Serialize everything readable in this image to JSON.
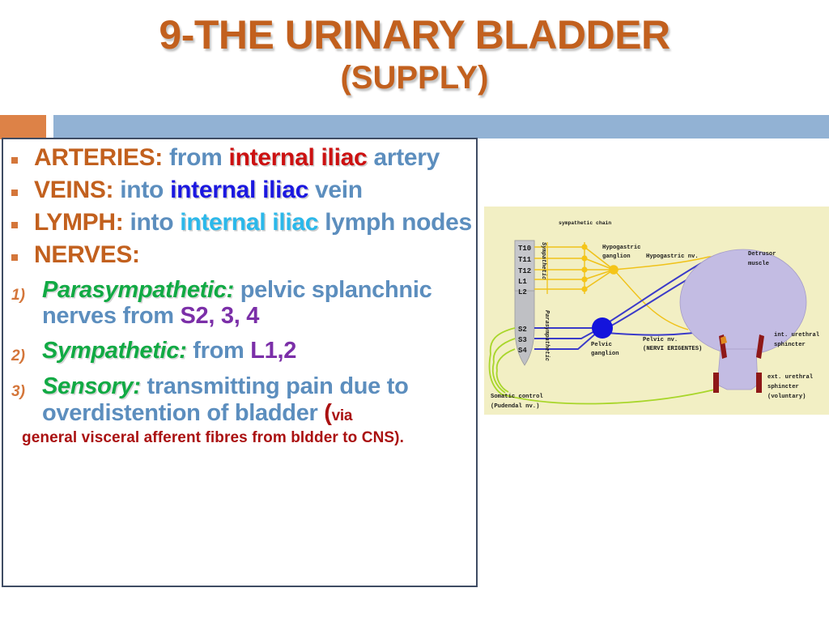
{
  "title": {
    "line1": "9-THE URINARY BLADDER",
    "line2": "(SUPPLY)"
  },
  "theme": {
    "accent_orange": "#C2601E",
    "banner_blue": "#92B2D4",
    "banner_accent": "#DD8247",
    "body_blue": "#5C8EBE",
    "box_border": "#3F4C63",
    "green": "#11AA44",
    "purple": "#7B2FA8",
    "dark_red": "#AA1111",
    "diagram_bg": "#F2EFC4"
  },
  "bullets": [
    {
      "label": "ARTERIES:",
      "mid": " from ",
      "keyword": "internal iliac",
      "keyword_color": "red",
      "tail": " artery"
    },
    {
      "label": "VEINS:",
      "mid": " into ",
      "keyword": "internal iliac",
      "keyword_color": "blue",
      "tail": " vein"
    },
    {
      "label": "LYMPH:",
      "mid": " into ",
      "keyword": "internal iliac",
      "keyword_color": "cyan",
      "tail": " lymph nodes"
    },
    {
      "label": "NERVES:",
      "mid": "",
      "keyword": "",
      "keyword_color": "none",
      "tail": ""
    }
  ],
  "numbered": [
    {
      "marker": "1)",
      "term": "Parasympathetic:",
      "body": " pelvic splanchnic nerves from ",
      "segments": "S2, 3, 4"
    },
    {
      "marker": "2)",
      "term": "Sympathetic:",
      "body": " from ",
      "segments": "L1,2"
    },
    {
      "marker": "3)",
      "term": "Sensory:",
      "body": " transmitting pain due to overdistention of bladder ",
      "paren_open": "(",
      "via": "via",
      "fine_print": "general visceral afferent fibres from bldder to CNS)."
    }
  ],
  "diagram": {
    "caption_top": "sympathetic chain",
    "spinal_upper": [
      "T10",
      "T11",
      "T12",
      "L1",
      "L2"
    ],
    "spinal_lower": [
      "S2",
      "S3",
      "S4"
    ],
    "vertical_labels": {
      "sympathetic": "Sympathetic",
      "parasympathetic": "Parasympathetic"
    },
    "labels": {
      "hypogastric_ganglion_line1": "Hypogastric",
      "hypogastric_ganglion_line2": "ganglion",
      "hypogastric_nerve": "Hypogastric nv.",
      "detrusor_line1": "Detrusor",
      "detrusor_line2": "muscle",
      "pelvic_ganglion_line1": "Pelvic",
      "pelvic_ganglion_line2": "ganglion",
      "pelvic_nerve_line1": "Pelvic nv.",
      "pelvic_nerve_line2": "(NERVI ERIGENTES)",
      "int_sphincter_line1": "int. urethral",
      "int_sphincter_line2": "sphincter",
      "ext_sphincter_line1": "ext. urethral",
      "ext_sphincter_line2": "sphincter",
      "ext_sphincter_line3": "(voluntary)",
      "somatic_line1": "Somatic control",
      "somatic_line2": "(Pudendal nv.)"
    },
    "colors": {
      "cord_gray": "#BFC0C4",
      "sympathetic_yellow": "#F5C518",
      "parasympathetic_blue": "#3B3BC9",
      "ganglion_blue": "#1414DC",
      "somatic_green": "#A8D62A",
      "bladder_lavender": "#C3BCE3",
      "sphincter_darkred": "#8E1818"
    }
  }
}
